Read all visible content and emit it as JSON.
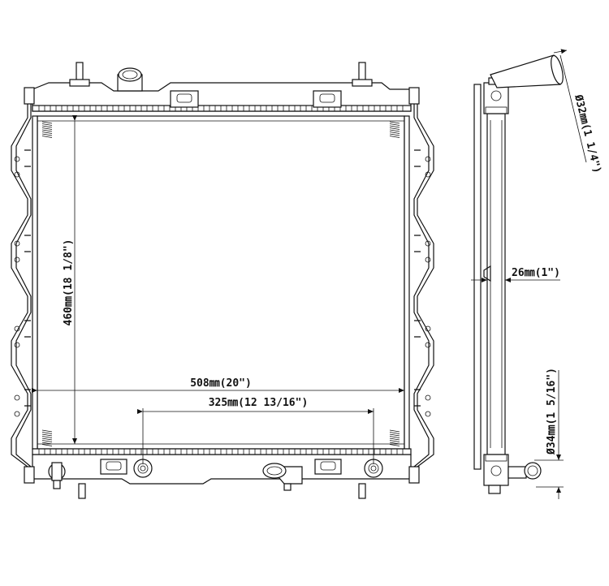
{
  "dimensions": {
    "height": "460㎜(18 1/8\")",
    "width": "508㎜(20\")",
    "outlet_spacing": "325㎜(12 13/16\")",
    "inlet_diameter": "Ø32㎜(1 1/4\")",
    "core_thickness": "26㎜(1\")",
    "outlet_diameter": "Ø34㎜(1 5/16\")"
  },
  "colors": {
    "line": "#111111",
    "background": "#ffffff"
  }
}
